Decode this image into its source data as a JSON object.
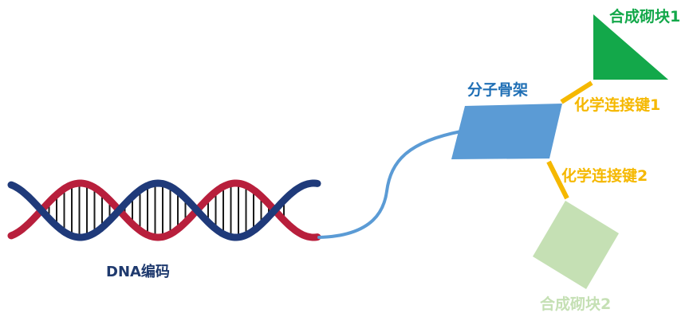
{
  "labels": {
    "dna_encoding": "DNA编码",
    "molecular_backbone": "分子骨架",
    "chemical_linker_1": "化学连接键1",
    "chemical_linker_2": "化学连接键2",
    "building_block_1": "合成砌块1",
    "building_block_2": "合成砌块2"
  },
  "colors": {
    "dna_text": "#1f3a6e",
    "dna_strand_red": "#b81f3c",
    "dna_strand_blue": "#1f3a7a",
    "base_pair": "#1a1a1a",
    "tether": "#5b9bd5",
    "backbone_fill": "#5b9bd5",
    "backbone_text": "#1f6fb5",
    "linker": "#f5b800",
    "block1": "#13a84a",
    "block2": "#c5e0b4"
  }
}
